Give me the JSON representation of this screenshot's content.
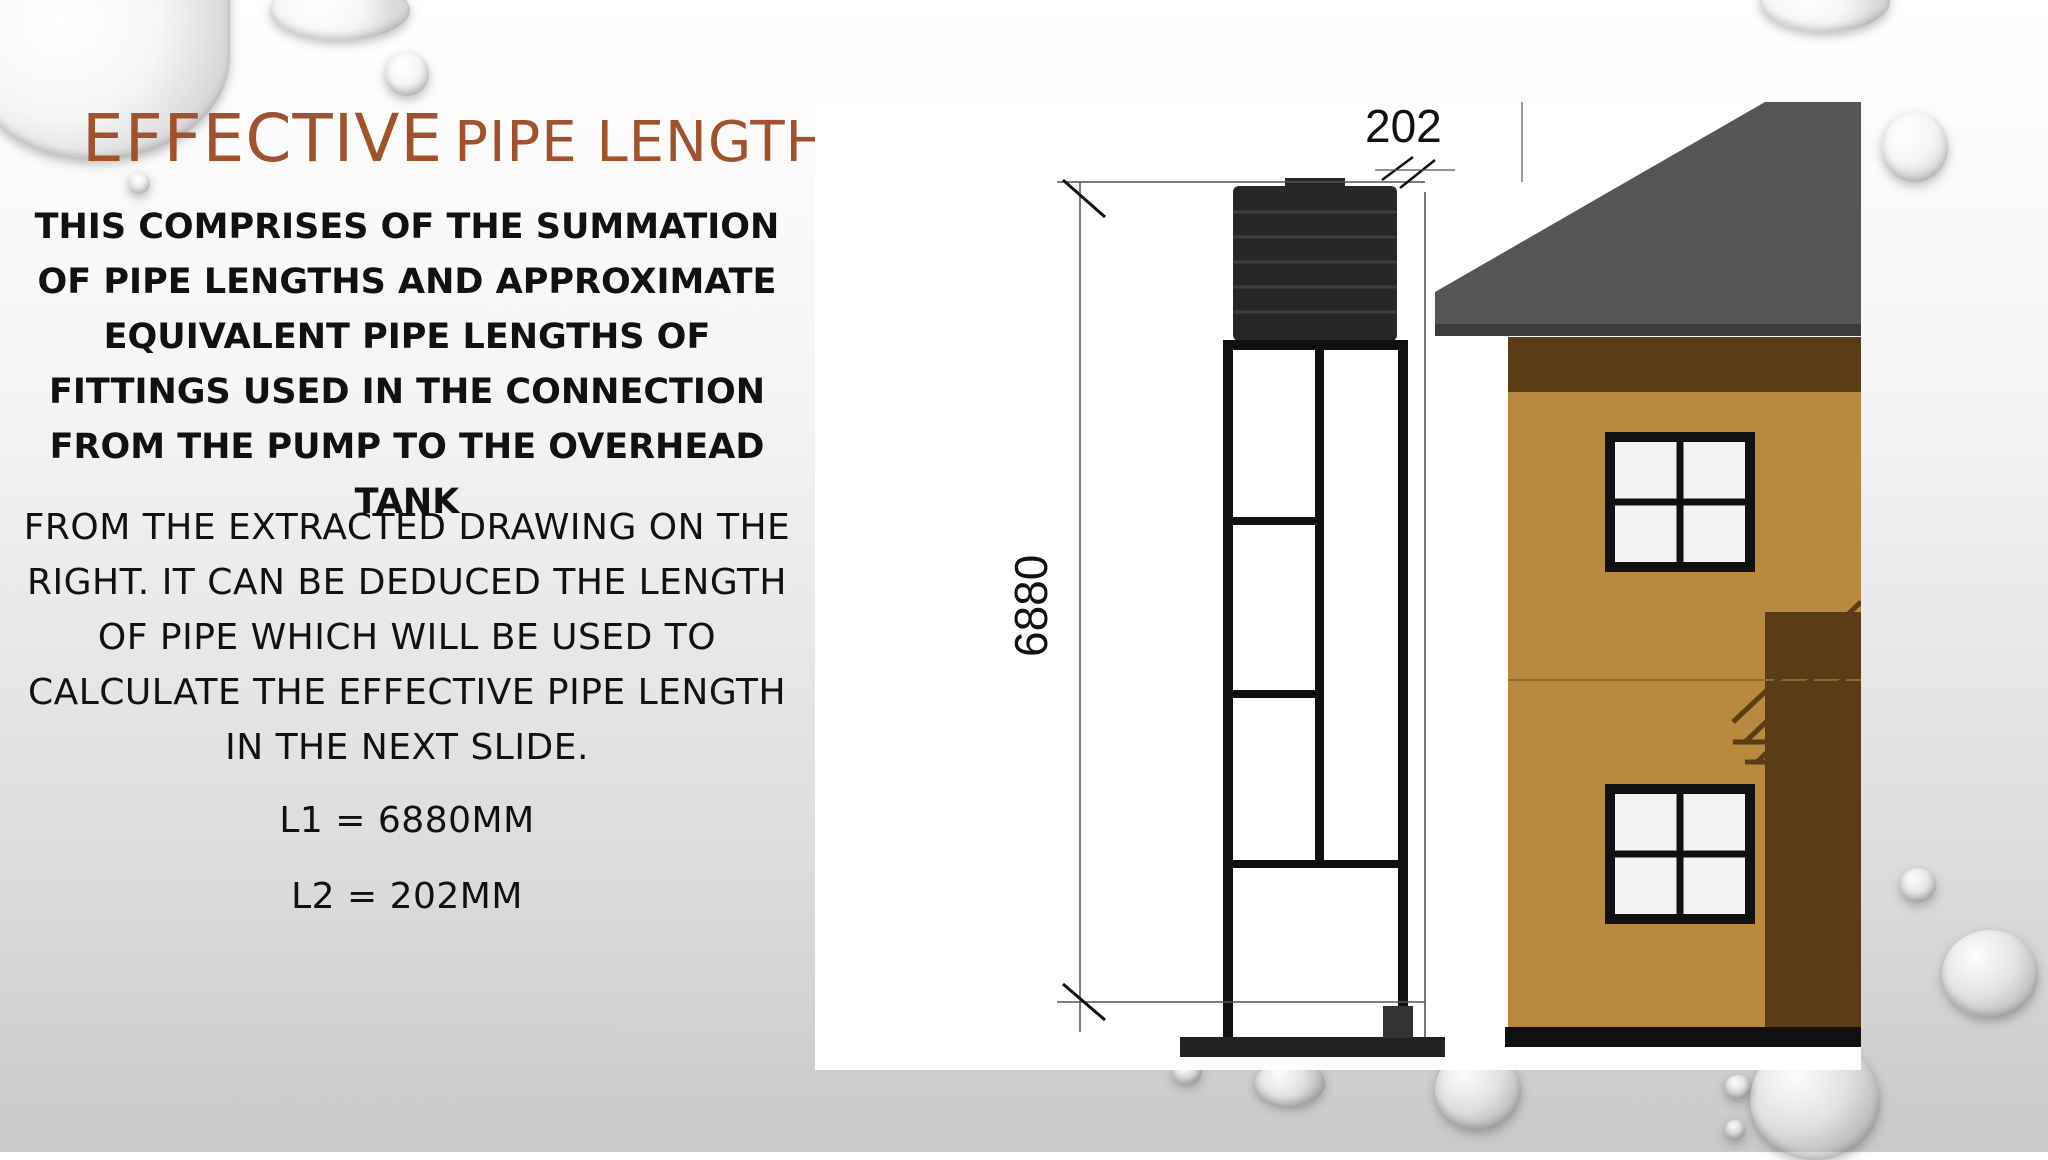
{
  "slide": {
    "title_first": "EFFECTIVE",
    "title_rest": "PIPE LENGTH",
    "description": "THIS COMPRISES OF THE SUMMATION OF PIPE LENGTHS AND APPROXIMATE EQUIVALENT PIPE LENGTHS OF FITTINGS USED IN THE CONNECTION FROM THE PUMP TO THE OVERHEAD TANK",
    "explanation": "FROM THE EXTRACTED DRAWING ON THE RIGHT. IT CAN BE DEDUCED THE LENGTH OF PIPE WHICH WILL BE USED TO CALCULATE THE EFFECTIVE PIPE LENGTH IN THE NEXT SLIDE.",
    "equation_l1": "L1 = 6880MM",
    "equation_l2": "L2 = 202MM"
  },
  "drawing": {
    "dim_height": "6880",
    "dim_offset": "202",
    "colors": {
      "tank": "#262626",
      "stand": "#111111",
      "roof": "#555558",
      "wall": "#b8893e",
      "wall_shadow": "#5a3d17",
      "window_glass": "#f3f3f3",
      "title": "#a0522d"
    }
  }
}
